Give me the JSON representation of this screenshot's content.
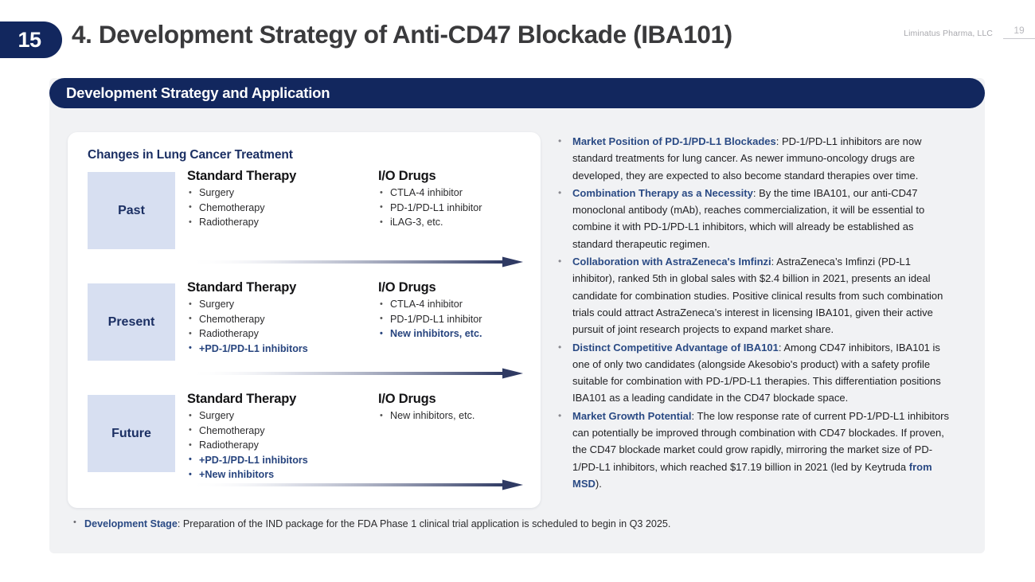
{
  "header": {
    "page_badge": "15",
    "title": "4. Development Strategy of Anti-CD47 Blockade (IBA101)",
    "company": "Liminatus Pharma, LLC",
    "footer_page_number": "19"
  },
  "section": {
    "bar_label": "Development Strategy and Application"
  },
  "diagram": {
    "title": "Changes in Lung Cancer Treatment",
    "col_head_standard": "Standard Therapy",
    "col_head_io": "I/O Drugs",
    "rows": [
      {
        "era": "Past",
        "standard": [
          {
            "text": "Surgery",
            "highlight": false
          },
          {
            "text": "Chemotherapy",
            "highlight": false
          },
          {
            "text": "Radiotherapy",
            "highlight": false
          }
        ],
        "io": [
          {
            "text": "CTLA-4 inhibitor",
            "highlight": false
          },
          {
            "text": "PD-1/PD-L1 inhibitor",
            "highlight": false
          },
          {
            "text": "iLAG-3, etc.",
            "highlight": false
          }
        ]
      },
      {
        "era": "Present",
        "standard": [
          {
            "text": "Surgery",
            "highlight": false
          },
          {
            "text": "Chemotherapy",
            "highlight": false
          },
          {
            "text": "Radiotherapy",
            "highlight": false
          },
          {
            "text": "+PD-1/PD-L1 inhibitors",
            "highlight": true
          }
        ],
        "io": [
          {
            "text": "CTLA-4 inhibitor",
            "highlight": false
          },
          {
            "text": "PD-1/PD-L1 inhibitor",
            "highlight": false
          },
          {
            "text": "New inhibitors, etc.",
            "highlight": true
          }
        ]
      },
      {
        "era": "Future",
        "standard": [
          {
            "text": "Surgery",
            "highlight": false
          },
          {
            "text": "Chemotherapy",
            "highlight": false
          },
          {
            "text": "Radiotherapy",
            "highlight": false
          },
          {
            "text": "+PD-1/PD-L1 inhibitors",
            "highlight": true
          },
          {
            "text": "+New inhibitors",
            "highlight": true
          }
        ],
        "io": [
          {
            "text": "New inhibitors, etc.",
            "highlight": false
          }
        ]
      }
    ]
  },
  "insights": [
    {
      "lead": "Market Position of PD-1/PD-L1 Blockades",
      "body": ": PD-1/PD-L1 inhibitors are now standard treatments for lung cancer. As newer immuno-oncology drugs are developed, they are expected to also become standard therapies over time."
    },
    {
      "lead": "Combination Therapy as a Necessity",
      "body": ": By the time IBA101, our anti-CD47 monoclonal antibody (mAb), reaches commercialization, it will be essential to combine it with PD-1/PD-L1 inhibitors, which will already be established as standard therapeutic regimen."
    },
    {
      "lead": "Collaboration with AstraZeneca's Imfinzi",
      "body": ": AstraZeneca’s Imfinzi (PD-L1 inhibitor), ranked 5th in global sales with $2.4 billion in 2021, presents an ideal candidate for combination studies. Positive clinical results from such combination trials could attract AstraZeneca’s interest in licensing IBA101, given their active pursuit of joint research projects to expand market share."
    },
    {
      "lead": "Distinct Competitive Advantage of IBA101",
      "body": ": Among CD47 inhibitors, IBA101 is one of only two candidates (alongside Akesobio's product) with a safety profile suitable for combination with PD-1/PD-L1 therapies. This differentiation positions IBA101 as a leading candidate in the CD47 blockade space."
    },
    {
      "lead": "Market Growth Potential",
      "body": ": The low response rate of current PD-1/PD-L1 inhibitors can potentially be improved through combination with CD47 blockades. If proven, the CD47 blockade market could grow rapidly, mirroring the market size of PD-1/PD-L1 inhibitors, which reached $17.19 billion in 2021 (led by Keytruda ",
      "accent": "from MSD",
      "body_tail": ")."
    }
  ],
  "dev_stage": {
    "lead": "Development Stage",
    "body": ": Preparation of the IND package for the FDA Phase 1 clinical trial application is scheduled to begin in Q3 2025."
  },
  "colors": {
    "navy": "#12275e",
    "accent_blue": "#2a4a84",
    "era_box": "#d7dff1",
    "panel_bg": "#f1f2f4",
    "title_gray": "#3a3a3c"
  }
}
